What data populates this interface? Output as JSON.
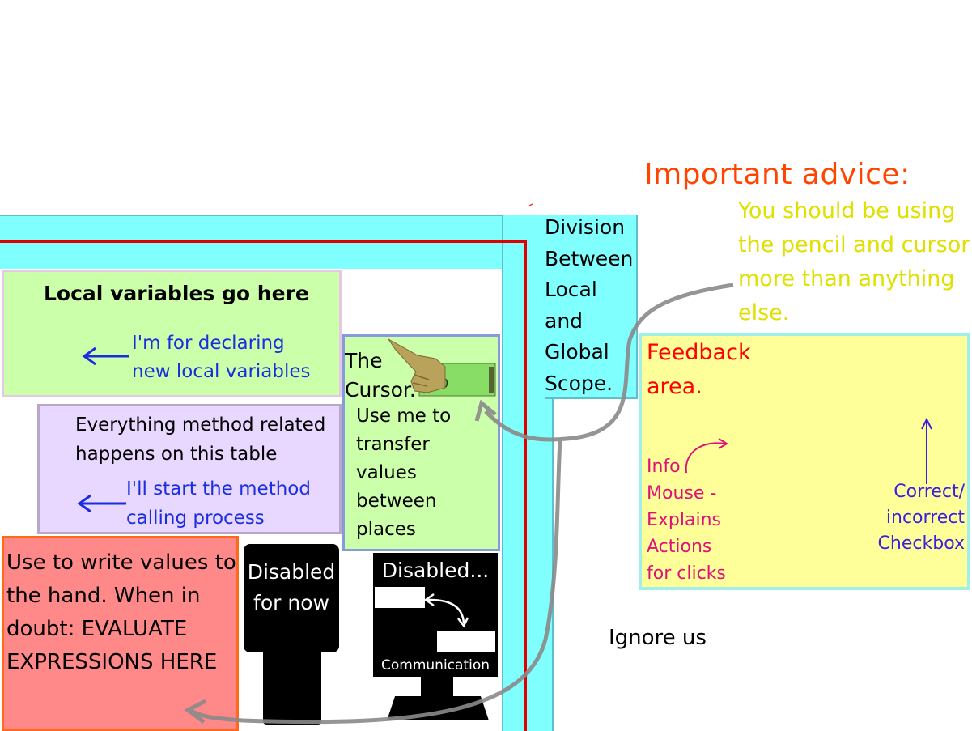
{
  "advice": {
    "title": "Important advice:",
    "text": "You should be using the pencil and cursor more than anything else."
  },
  "division": {
    "label": "Division Between Local and Global Scope."
  },
  "local_panel": {
    "title": "Local variables go here",
    "description": "I'm for declaring new local variables"
  },
  "method_panel": {
    "title": "Everything method related happens on this table",
    "description": "I'll start the method calling process"
  },
  "cursor_panel": {
    "title": "The Cursor.",
    "description": "Use me to transfer values between places",
    "bill_digit": "0"
  },
  "eval_panel": {
    "text": "Use to write values to the hand. When in doubt: EVALUATE EXPRESSIONS HERE"
  },
  "disabled_left": {
    "label": "Disabled for now"
  },
  "disabled_right": {
    "label": "Disabled...",
    "sub_label": "Communication"
  },
  "feedback": {
    "title": "Feedback area.",
    "info": "Info Mouse - Explains Actions for clicks",
    "correct": "Correct/ incorrect Checkbox"
  },
  "ignore": {
    "label": "Ignore us"
  },
  "colors": {
    "scope_band": "#80ffff",
    "scope_line": "#e00000",
    "local_panel": "#ccffaa",
    "method_panel": "#e8d8ff",
    "eval_panel": "#ff8888",
    "feedback_panel": "#ffff99",
    "advice_title": "#ff4400",
    "advice_text": "#e0e000",
    "annotation_blue": "#1a2ee0",
    "info_pink": "#e0107a"
  },
  "icons": {
    "arrow_local": "left-arrow-icon",
    "arrow_method": "left-arrow-icon",
    "hand": "pointing-hand-icon",
    "swap": "swap-arrow-icon",
    "info_arrow": "curved-arrow-icon",
    "correct_arrow": "up-arrow-icon",
    "advice_arrows": "curved-connector-icon"
  }
}
